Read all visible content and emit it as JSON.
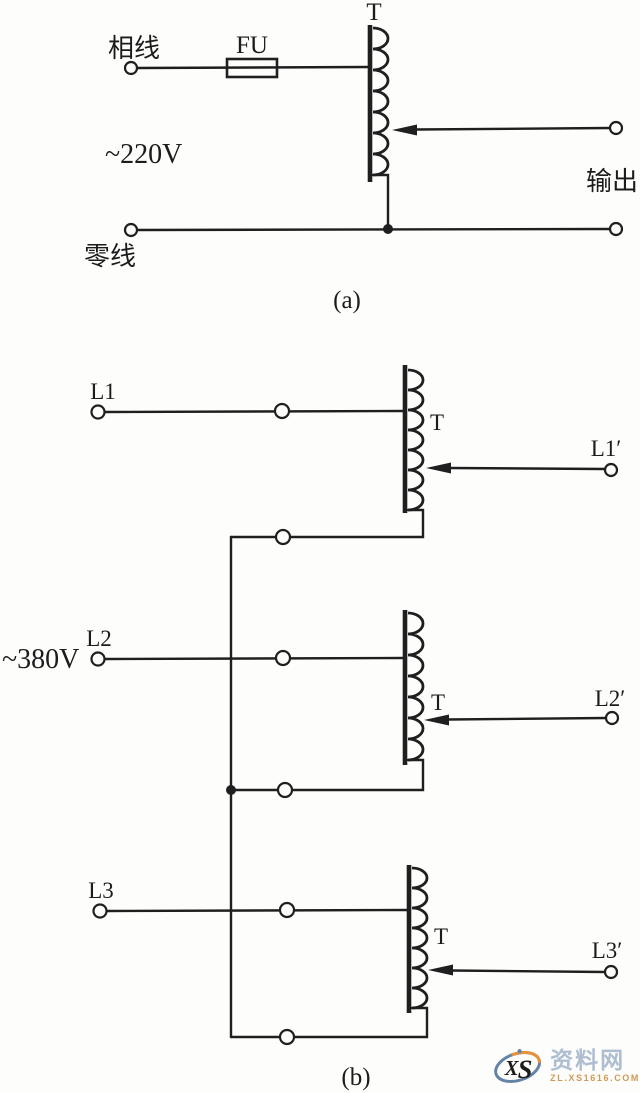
{
  "figure": {
    "background_color": "#fdfdfc",
    "ink_color": "#1f1f1f"
  },
  "diagram_a": {
    "caption": "(a)",
    "phase_label": "相线",
    "fuse_label": "FU",
    "transformer_label": "T",
    "voltage_label": "~220V",
    "neutral_label": "零线",
    "output_label": "输出"
  },
  "diagram_b": {
    "caption": "(b)",
    "voltage_label": "~380V",
    "phases": [
      {
        "input_label": "L1",
        "transformer_label": "T",
        "output_label": "L1′"
      },
      {
        "input_label": "L2",
        "transformer_label": "T",
        "output_label": "L2′"
      },
      {
        "input_label": "L3",
        "transformer_label": "T",
        "output_label": "L3′"
      }
    ]
  },
  "watermark": {
    "logo_text_x": "X",
    "logo_text_s": "S",
    "site_name": "资料网",
    "site_url": "ZL.XS1616.COM",
    "colors": {
      "logo_blue": "#6583a5",
      "logo_orange": "#e8923c",
      "site_name_color": "#aebdd0",
      "site_url_color": "#cf9a55"
    }
  }
}
